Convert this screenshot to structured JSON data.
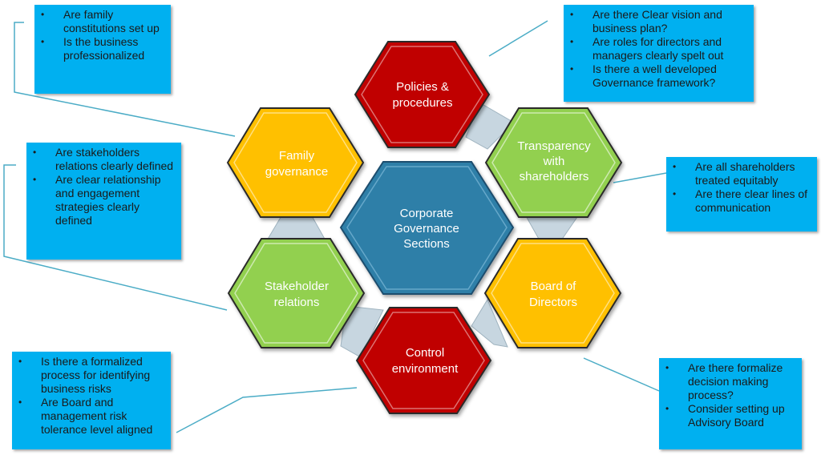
{
  "center": {
    "label_lines": [
      "Corporate",
      "Governance",
      "Sections"
    ],
    "color": "#2e7fa8"
  },
  "hexagons": [
    {
      "id": "policies",
      "label_lines": [
        "Policies &",
        "procedures"
      ],
      "color": "#c00000"
    },
    {
      "id": "transparency",
      "label_lines": [
        "Transparency",
        "with",
        "shareholders"
      ],
      "color": "#92d050"
    },
    {
      "id": "board",
      "label_lines": [
        "Board of",
        "Directors"
      ],
      "color": "#ffc000"
    },
    {
      "id": "control",
      "label_lines": [
        "Control",
        "environment"
      ],
      "color": "#c00000"
    },
    {
      "id": "stakeholder",
      "label_lines": [
        "Stakeholder",
        "relations"
      ],
      "color": "#92d050"
    },
    {
      "id": "family",
      "label_lines": [
        "Family",
        "governance"
      ],
      "color": "#ffc000"
    }
  ],
  "notes": {
    "family": [
      "Are family constitutions set up",
      "Is the business professionalized"
    ],
    "policies": [
      "Are there Clear vision and business plan?",
      "Are roles for directors and managers clearly spelt out",
      "Is there a well developed Governance framework?"
    ],
    "stakeholder": [
      "Are stakeholders relations clearly defined",
      "Are clear relationship and engagement strategies clearly defined"
    ],
    "transparency": [
      "Are all shareholders treated equitably",
      "Are there clear lines of communication"
    ],
    "control": [
      "Is there a formalized process for identifying business risks",
      "Are Board and management risk tolerance level aligned"
    ],
    "board": [
      "Are there formalize decision making process?",
      "Consider setting up Advisory Board"
    ]
  },
  "colors": {
    "note_bg": "#00b0f0",
    "connector": "#c7d6e0",
    "leader_line": "#4bacc6"
  }
}
